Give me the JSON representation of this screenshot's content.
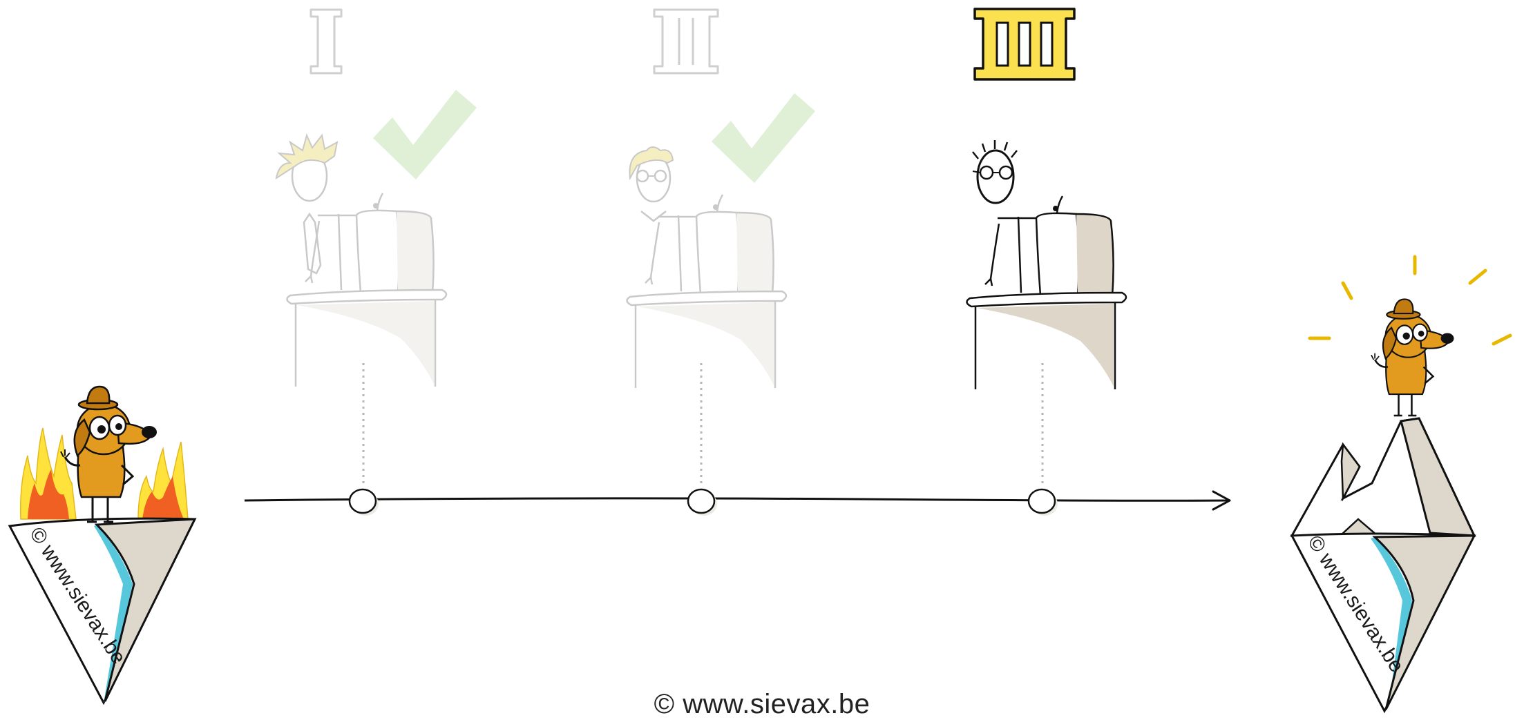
{
  "stages": [
    {
      "numeral": "I",
      "status": "completed",
      "speaker": "spiky-hair-tie",
      "checked": true
    },
    {
      "numeral": "II",
      "status": "completed",
      "speaker": "glasses-collar",
      "checked": true
    },
    {
      "numeral": "III",
      "status": "current",
      "speaker": "bald-glasses",
      "checked": false
    }
  ],
  "left_island": {
    "credit": "© www.sievax.be",
    "state": "burning"
  },
  "right_island": {
    "credit": "© www.sievax.be",
    "state": "mountain-top"
  },
  "footer": {
    "credit": "© www.sievax.be"
  },
  "colors": {
    "highlight": "#fbe04f",
    "check": "#dff0d6",
    "dog": "#e29a1f",
    "fire_outer": "#ffe23b",
    "fire_inner": "#f06022",
    "ice": "#57c8dc",
    "stone": "#ded8cc",
    "faded": "#c9c9c9"
  }
}
